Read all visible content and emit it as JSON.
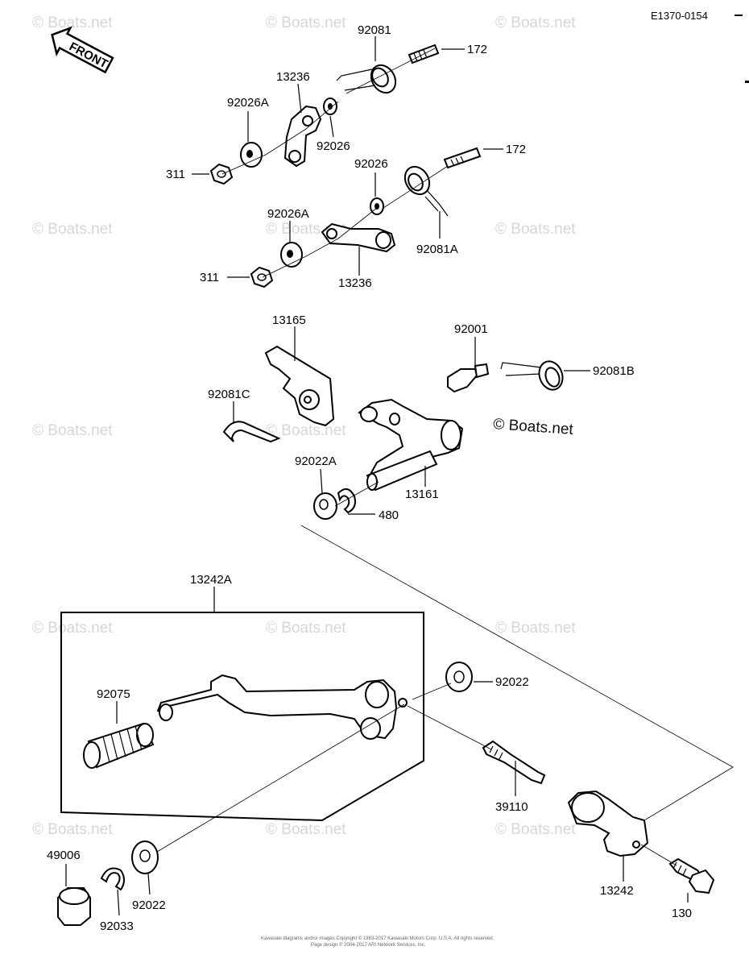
{
  "diagram_code": "E1370-0154",
  "front_badge": "FRONT",
  "watermark": "© Boats.net",
  "footer_lines": [
    "Kawasaki diagrams and/or images Copyright © 1983-2017 Kawasaki Motors Corp. U.S.A. All rights reserved.",
    "Page design © 2004-2017 ARI Network Services, Inc."
  ],
  "labels": {
    "p92081_top": "92081",
    "p172_top": "172",
    "p13236_top": "13236",
    "p92026A_top": "92026A",
    "p92026_top": "92026",
    "p311_top": "311",
    "p92026_mid": "92026",
    "p172_mid": "172",
    "p92026A_mid": "92026A",
    "p92081A": "92081A",
    "p311_mid": "311",
    "p13236_mid": "13236",
    "p13165": "13165",
    "p92001": "92001",
    "p92081B": "92081B",
    "p92081C": "92081C",
    "p92022A": "92022A",
    "p13161": "13161",
    "p480": "480",
    "p13242A": "13242A",
    "p92075": "92075",
    "p92022_right": "92022",
    "p39110": "39110",
    "p13242": "13242",
    "p130": "130",
    "p49006": "49006",
    "p92033": "92033",
    "p92022_bottom": "92022"
  }
}
